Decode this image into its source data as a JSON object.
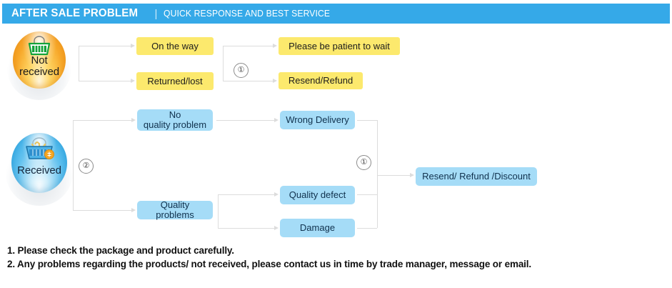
{
  "header": {
    "title": "AFTER SALE PROBLEM",
    "separator": "|",
    "subtitle": "QUICK RESPONSE AND BEST SERVICE",
    "bg_color": "#35a9e8"
  },
  "colors": {
    "header_blue": "#35a9e8",
    "node_yellow": "#fce96d",
    "node_blue": "#a5dcf7",
    "connector_gray": "#dcdcdc",
    "sphere_orange": "#f7a82a",
    "sphere_blue": "#63c2ef"
  },
  "flows": {
    "not_received": {
      "source_label_line1": "Not",
      "source_label_line2": "received",
      "source_icon": "shopping-basket-icon",
      "branches": [
        {
          "label": "On the way",
          "outcome": "Please be patient to wait"
        },
        {
          "label": "Returned/lost",
          "outcome": "Resend/Refund"
        }
      ],
      "marker": "①"
    },
    "received": {
      "source_label": "Received",
      "source_icon": "shopping-basket-icon",
      "marker": "②",
      "branches": [
        {
          "label_line1": "No",
          "label_line2": "quality problem",
          "children": [
            "Wrong Delivery"
          ]
        },
        {
          "label_line1": "Quality problems",
          "label_line2": "",
          "children": [
            "Quality defect",
            "Damage"
          ]
        }
      ],
      "merge_marker": "①",
      "outcome": "Resend/ Refund /Discount"
    }
  },
  "footer": {
    "line1": "1. Please check the package and product carefully.",
    "line2": "2. Any problems regarding the products/ not received, please contact us in time by trade manager, message or email."
  }
}
